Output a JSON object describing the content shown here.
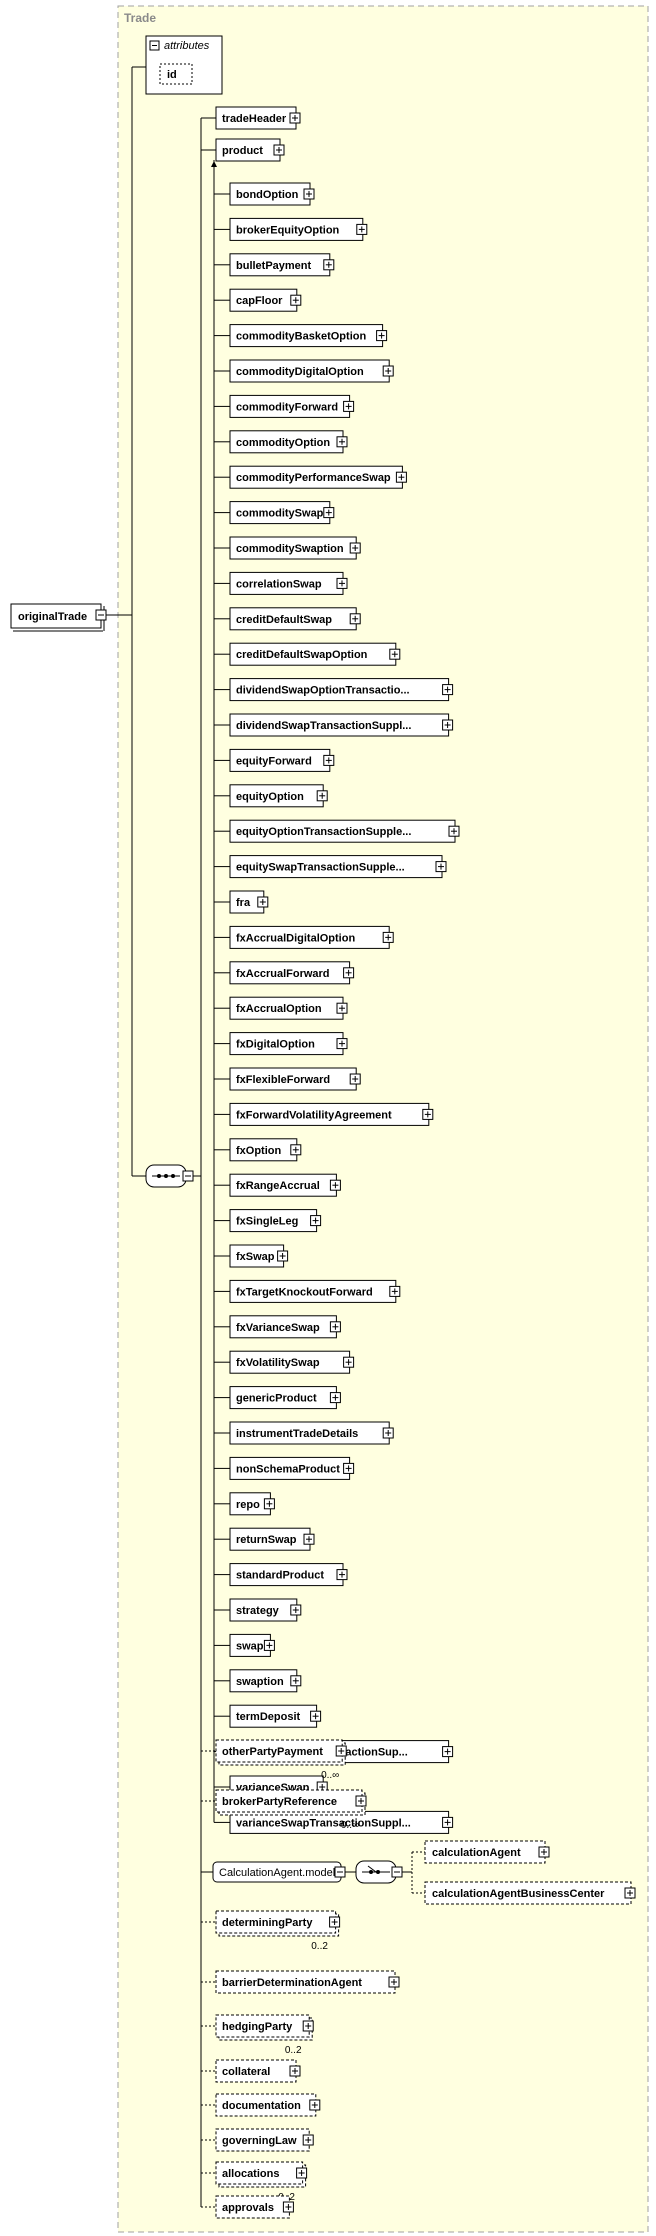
{
  "diagram": {
    "container_title": "Trade",
    "root": {
      "label": "originalTrade"
    },
    "attributes_title": "attributes",
    "attribute": "id",
    "trade_header": "tradeHeader",
    "product": "product",
    "products": [
      "bondOption",
      "brokerEquityOption",
      "bulletPayment",
      "capFloor",
      "commodityBasketOption",
      "commodityDigitalOption",
      "commodityForward",
      "commodityOption",
      "commodityPerformanceSwap",
      "commoditySwap",
      "commoditySwaption",
      "correlationSwap",
      "creditDefaultSwap",
      "creditDefaultSwapOption",
      "dividendSwapOptionTransactio...",
      "dividendSwapTransactionSuppl...",
      "equityForward",
      "equityOption",
      "equityOptionTransactionSupple...",
      "equitySwapTransactionSupple...",
      "fra",
      "fxAccrualDigitalOption",
      "fxAccrualForward",
      "fxAccrualOption",
      "fxDigitalOption",
      "fxFlexibleForward",
      "fxForwardVolatilityAgreement",
      "fxOption",
      "fxRangeAccrual",
      "fxSingleLeg",
      "fxSwap",
      "fxTargetKnockoutForward",
      "fxVarianceSwap",
      "fxVolatilitySwap",
      "genericProduct",
      "instrumentTradeDetails",
      "nonSchemaProduct",
      "repo",
      "returnSwap",
      "standardProduct",
      "strategy",
      "swap",
      "swaption",
      "termDeposit",
      "varianceOptionTransactionSup...",
      "varianceSwap",
      "varianceSwapTransactionSuppl..."
    ],
    "optional_elements": [
      {
        "label": "otherPartyPayment",
        "occurs": "0..∞"
      },
      {
        "label": "brokerPartyReference",
        "occurs": "0..∞"
      }
    ],
    "calc_group": {
      "label": "CalculationAgent.model",
      "children": [
        "calculationAgent",
        "calculationAgentBusinessCenter"
      ]
    },
    "tail_elements": [
      {
        "label": "determiningParty",
        "occurs": "0..2"
      },
      {
        "label": "barrierDeterminationAgent",
        "occurs": ""
      },
      {
        "label": "hedgingParty",
        "occurs": "0..2"
      },
      {
        "label": "collateral",
        "occurs": ""
      },
      {
        "label": "documentation",
        "occurs": ""
      },
      {
        "label": "governingLaw",
        "occurs": ""
      },
      {
        "label": "allocations",
        "occurs": "0..2"
      },
      {
        "label": "approvals",
        "occurs": ""
      }
    ],
    "colors": {
      "container_fill": "#ffffe0",
      "container_border": "#a0a0a0",
      "box_fill": "#ffffff",
      "line": "#000000"
    }
  }
}
